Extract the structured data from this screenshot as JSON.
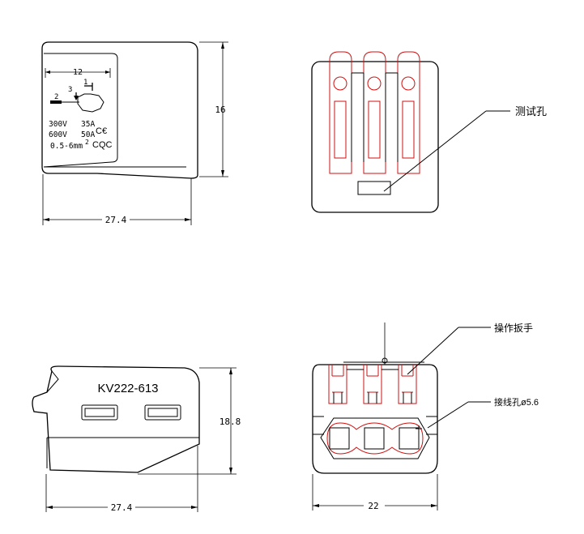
{
  "views": {
    "side": {
      "width_label": "27.4",
      "height_label": "16",
      "label_dim": "12",
      "markers": {
        "m1": "1",
        "m2": "2",
        "m3": "3"
      },
      "ratings": {
        "line1": "300V   35A",
        "line2": "600V   50A",
        "line3": "0.5-6mm",
        "sup": "2",
        "cert_ce": "C€",
        "cert_cqc": "CQC"
      }
    },
    "back": {
      "test_hole_label": "测试孔"
    },
    "front": {
      "model": "KV222-613",
      "width_label": "27.4",
      "height_label": "18.8"
    },
    "top": {
      "lever_label": "操作扳手",
      "hole_label": "接线孔ø5.6",
      "width_label": "22"
    }
  }
}
